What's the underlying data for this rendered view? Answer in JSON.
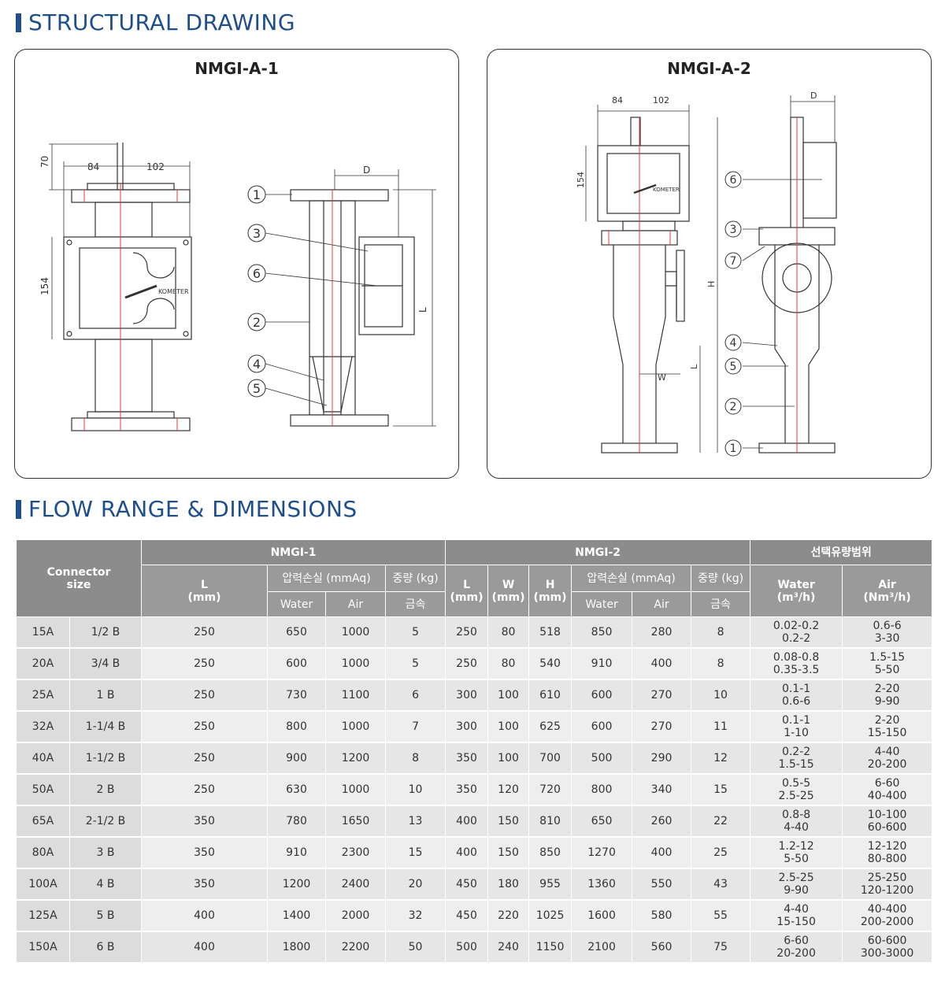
{
  "sections": {
    "structural_title": "STRUCTURAL DRAWING",
    "flow_title": "FLOW RANGE & DIMENSIONS"
  },
  "drawings": {
    "left": {
      "title": "NMGI-A-1",
      "dims": {
        "top": "70",
        "w1": "84",
        "w2": "102",
        "h": "154",
        "d": "D",
        "l": "L"
      },
      "brand": "KOMETER",
      "callouts": [
        "1",
        "3",
        "6",
        "2",
        "4",
        "5"
      ]
    },
    "right": {
      "title": "NMGI-A-2",
      "dims": {
        "w1": "84",
        "w2": "102",
        "h154": "154",
        "d": "D",
        "h": "H",
        "l": "L",
        "w": "W"
      },
      "brand": "KOMETER",
      "callouts": [
        "6",
        "3",
        "7",
        "4",
        "5",
        "2",
        "1"
      ]
    }
  },
  "table": {
    "header": {
      "connector": "Connector size",
      "nmgi1": "NMGI-1",
      "nmgi2": "NMGI-2",
      "range": "선택유량범위",
      "L": "L",
      "mm": "(mm)",
      "W": "W",
      "H": "H",
      "loss": "압력손실 (mmAq)",
      "weight": "중량 (kg)",
      "water": "Water",
      "air": "Air",
      "metal": "금속",
      "water_unit": "(m³/h)",
      "air_unit": "(Nm³/h)"
    },
    "rows": [
      {
        "a": "15A",
        "b": "1/2 B",
        "l1": "250",
        "w1": "650",
        "a1": "1000",
        "kg1": "5",
        "l2": "250",
        "w": "80",
        "h": "518",
        "w2": "850",
        "a2": "280",
        "kg2": "8",
        "rw1": "0.02-0.2",
        "rw2": "0.2-2",
        "ra1": "0.6-6",
        "ra2": "3-30"
      },
      {
        "a": "20A",
        "b": "3/4 B",
        "l1": "250",
        "w1": "600",
        "a1": "1000",
        "kg1": "5",
        "l2": "250",
        "w": "80",
        "h": "540",
        "w2": "910",
        "a2": "400",
        "kg2": "8",
        "rw1": "0.08-0.8",
        "rw2": "0.35-3.5",
        "ra1": "1.5-15",
        "ra2": "5-50"
      },
      {
        "a": "25A",
        "b": "1 B",
        "l1": "250",
        "w1": "730",
        "a1": "1100",
        "kg1": "6",
        "l2": "300",
        "w": "100",
        "h": "610",
        "w2": "600",
        "a2": "270",
        "kg2": "10",
        "rw1": "0.1-1",
        "rw2": "0.6-6",
        "ra1": "2-20",
        "ra2": "9-90"
      },
      {
        "a": "32A",
        "b": "1-1/4 B",
        "l1": "250",
        "w1": "800",
        "a1": "1000",
        "kg1": "7",
        "l2": "300",
        "w": "100",
        "h": "625",
        "w2": "600",
        "a2": "270",
        "kg2": "11",
        "rw1": "0.1-1",
        "rw2": "1-10",
        "ra1": "2-20",
        "ra2": "15-150"
      },
      {
        "a": "40A",
        "b": "1-1/2 B",
        "l1": "250",
        "w1": "900",
        "a1": "1200",
        "kg1": "8",
        "l2": "350",
        "w": "100",
        "h": "700",
        "w2": "500",
        "a2": "290",
        "kg2": "12",
        "rw1": "0.2-2",
        "rw2": "1.5-15",
        "ra1": "4-40",
        "ra2": "20-200"
      },
      {
        "a": "50A",
        "b": "2 B",
        "l1": "250",
        "w1": "630",
        "a1": "1000",
        "kg1": "10",
        "l2": "350",
        "w": "120",
        "h": "720",
        "w2": "800",
        "a2": "340",
        "kg2": "15",
        "rw1": "0.5-5",
        "rw2": "2.5-25",
        "ra1": "6-60",
        "ra2": "40-400"
      },
      {
        "a": "65A",
        "b": "2-1/2 B",
        "l1": "350",
        "w1": "780",
        "a1": "1650",
        "kg1": "13",
        "l2": "400",
        "w": "150",
        "h": "810",
        "w2": "650",
        "a2": "260",
        "kg2": "22",
        "rw1": "0.8-8",
        "rw2": "4-40",
        "ra1": "10-100",
        "ra2": "60-600"
      },
      {
        "a": "80A",
        "b": "3 B",
        "l1": "350",
        "w1": "910",
        "a1": "2300",
        "kg1": "15",
        "l2": "400",
        "w": "150",
        "h": "850",
        "w2": "1270",
        "a2": "400",
        "kg2": "25",
        "rw1": "1.2-12",
        "rw2": "5-50",
        "ra1": "12-120",
        "ra2": "80-800"
      },
      {
        "a": "100A",
        "b": "4 B",
        "l1": "350",
        "w1": "1200",
        "a1": "2400",
        "kg1": "20",
        "l2": "450",
        "w": "180",
        "h": "955",
        "w2": "1360",
        "a2": "550",
        "kg2": "43",
        "rw1": "2.5-25",
        "rw2": "9-90",
        "ra1": "25-250",
        "ra2": "120-1200"
      },
      {
        "a": "125A",
        "b": "5 B",
        "l1": "400",
        "w1": "1400",
        "a1": "2000",
        "kg1": "32",
        "l2": "450",
        "w": "220",
        "h": "1025",
        "w2": "1600",
        "a2": "580",
        "kg2": "55",
        "rw1": "4-40",
        "rw2": "15-150",
        "ra1": "40-400",
        "ra2": "200-2000"
      },
      {
        "a": "150A",
        "b": "6 B",
        "l1": "400",
        "w1": "1800",
        "a1": "2200",
        "kg1": "50",
        "l2": "500",
        "w": "240",
        "h": "1150",
        "w2": "2100",
        "a2": "560",
        "kg2": "75",
        "rw1": "6-60",
        "rw2": "20-200",
        "ra1": "60-600",
        "ra2": "300-3000"
      }
    ]
  }
}
